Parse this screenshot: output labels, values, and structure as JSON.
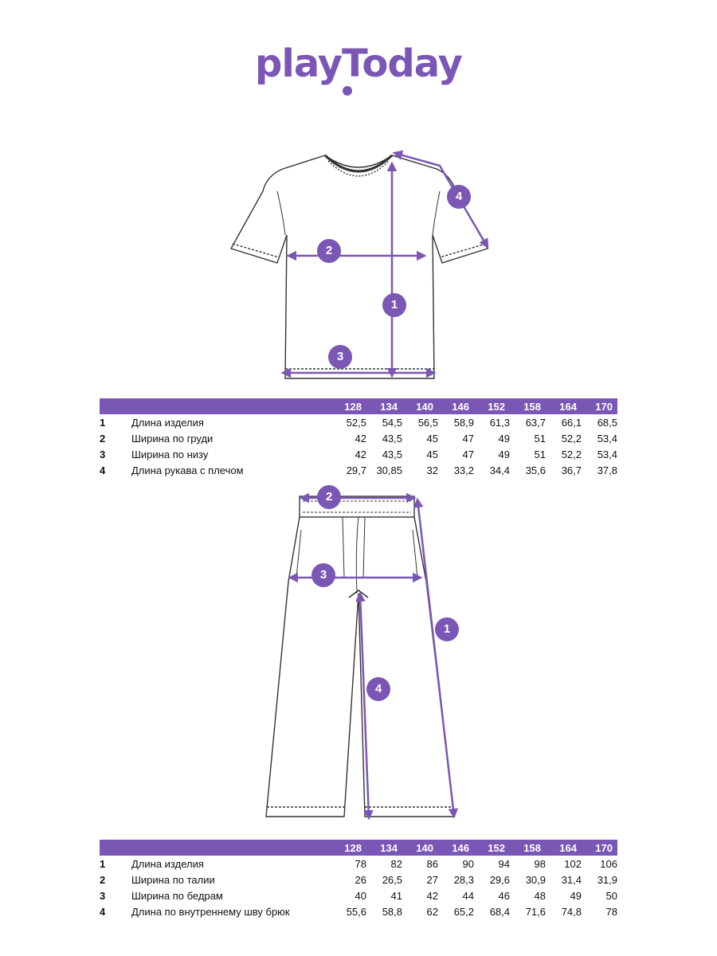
{
  "brand": {
    "name": "playToday",
    "color": "#7b57b5"
  },
  "top": {
    "badges": [
      "1",
      "2",
      "3",
      "4"
    ],
    "sizes": [
      "128",
      "134",
      "140",
      "146",
      "152",
      "158",
      "164",
      "170"
    ],
    "rows": [
      {
        "num": "1",
        "label": "Длина изделия",
        "values": [
          "52,5",
          "54,5",
          "56,5",
          "58,9",
          "61,3",
          "63,7",
          "66,1",
          "68,5"
        ]
      },
      {
        "num": "2",
        "label": "Ширина по груди",
        "values": [
          "42",
          "43,5",
          "45",
          "47",
          "49",
          "51",
          "52,2",
          "53,4"
        ]
      },
      {
        "num": "3",
        "label": "Ширина по низу",
        "values": [
          "42",
          "43,5",
          "45",
          "47",
          "49",
          "51",
          "52,2",
          "53,4"
        ]
      },
      {
        "num": "4",
        "label": "Длина рукава с плечом",
        "values": [
          "29,7",
          "30,85",
          "32",
          "33,2",
          "34,4",
          "35,6",
          "36,7",
          "37,8"
        ]
      }
    ]
  },
  "bottom": {
    "badges": [
      "1",
      "2",
      "3",
      "4"
    ],
    "sizes": [
      "128",
      "134",
      "140",
      "146",
      "152",
      "158",
      "164",
      "170"
    ],
    "rows": [
      {
        "num": "1",
        "label": "Длина изделия",
        "values": [
          "78",
          "82",
          "86",
          "90",
          "94",
          "98",
          "102",
          "106"
        ]
      },
      {
        "num": "2",
        "label": "Ширина по талии",
        "values": [
          "26",
          "26,5",
          "27",
          "28,3",
          "29,6",
          "30,9",
          "31,4",
          "31,9"
        ]
      },
      {
        "num": "3",
        "label": "Ширина по бедрам",
        "values": [
          "40",
          "41",
          "42",
          "44",
          "46",
          "48",
          "49",
          "50"
        ]
      },
      {
        "num": "4",
        "label": "Длина по внутреннему шву брюк",
        "values": [
          "55,6",
          "58,8",
          "62",
          "65,2",
          "68,4",
          "71,6",
          "74,8",
          "78"
        ]
      }
    ]
  }
}
